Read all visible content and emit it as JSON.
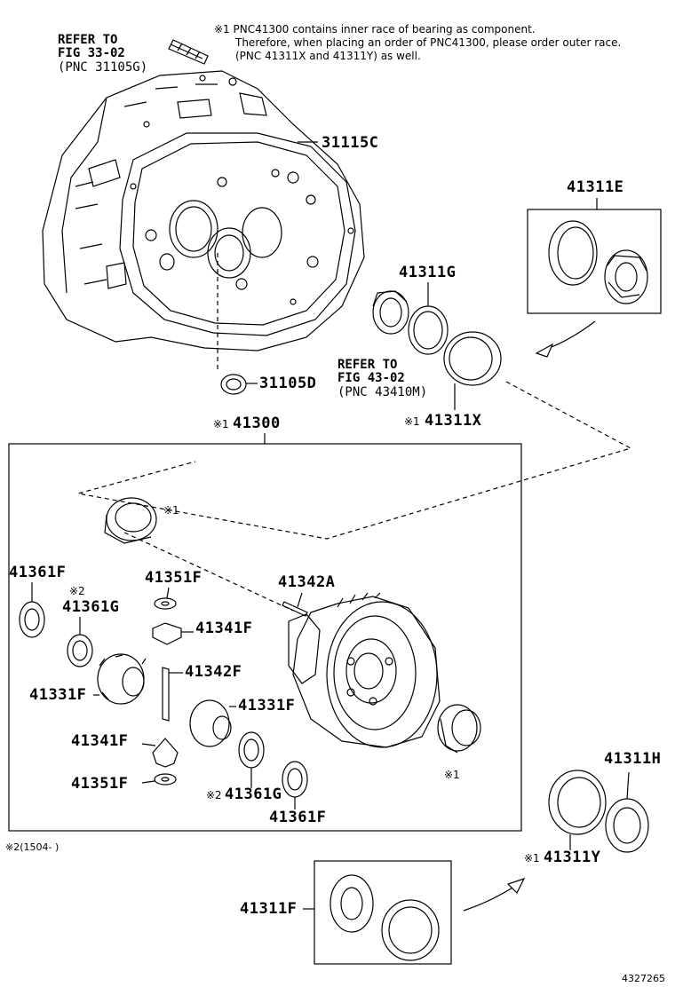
{
  "note": {
    "line1": "※1 PNC41300 contains inner race of bearing as component.",
    "line2": "Therefore, when placing an order of PNC41300, please order outer race.",
    "line3": "(PNC 41311X and 41311Y) as well."
  },
  "refer_top": {
    "l1": "REFER TO",
    "l2": "FIG 33-02",
    "l3": "(PNC 31105G)"
  },
  "refer_mid": {
    "l1": "REFER TO",
    "l2": "FIG 43-02",
    "l3": "(PNC 43410M)"
  },
  "labels": {
    "p31115C": "31115C",
    "p31105D": "31105D",
    "p41311E": "41311E",
    "p41311G": "41311G",
    "p41311X": "41311X",
    "p41300": "41300",
    "p41361F_a": "41361F",
    "p41361G_a": "41361G",
    "p41351F_a": "41351F",
    "p41341F_a": "41341F",
    "p41342A": "41342A",
    "p41342F": "41342F",
    "p41331F_a": "41331F",
    "p41331F_b": "41331F",
    "p41341F_b": "41341F",
    "p41351F_b": "41351F",
    "p41361G_b": "41361G",
    "p41361F_b": "41361F",
    "p41311H": "41311H",
    "p41311Y": "41311Y",
    "p41311F": "41311F"
  },
  "marks": {
    "m1": "※1",
    "m2": "※2",
    "m1_41300": "※1",
    "m1_41311X": "※1",
    "m1_41311Y": "※1",
    "m1_bearing_top": "※1",
    "m1_bearing_right": "※1",
    "m2_41361G": "※2"
  },
  "footnote": "※2(1504-     )",
  "figure_id": "4327265"
}
